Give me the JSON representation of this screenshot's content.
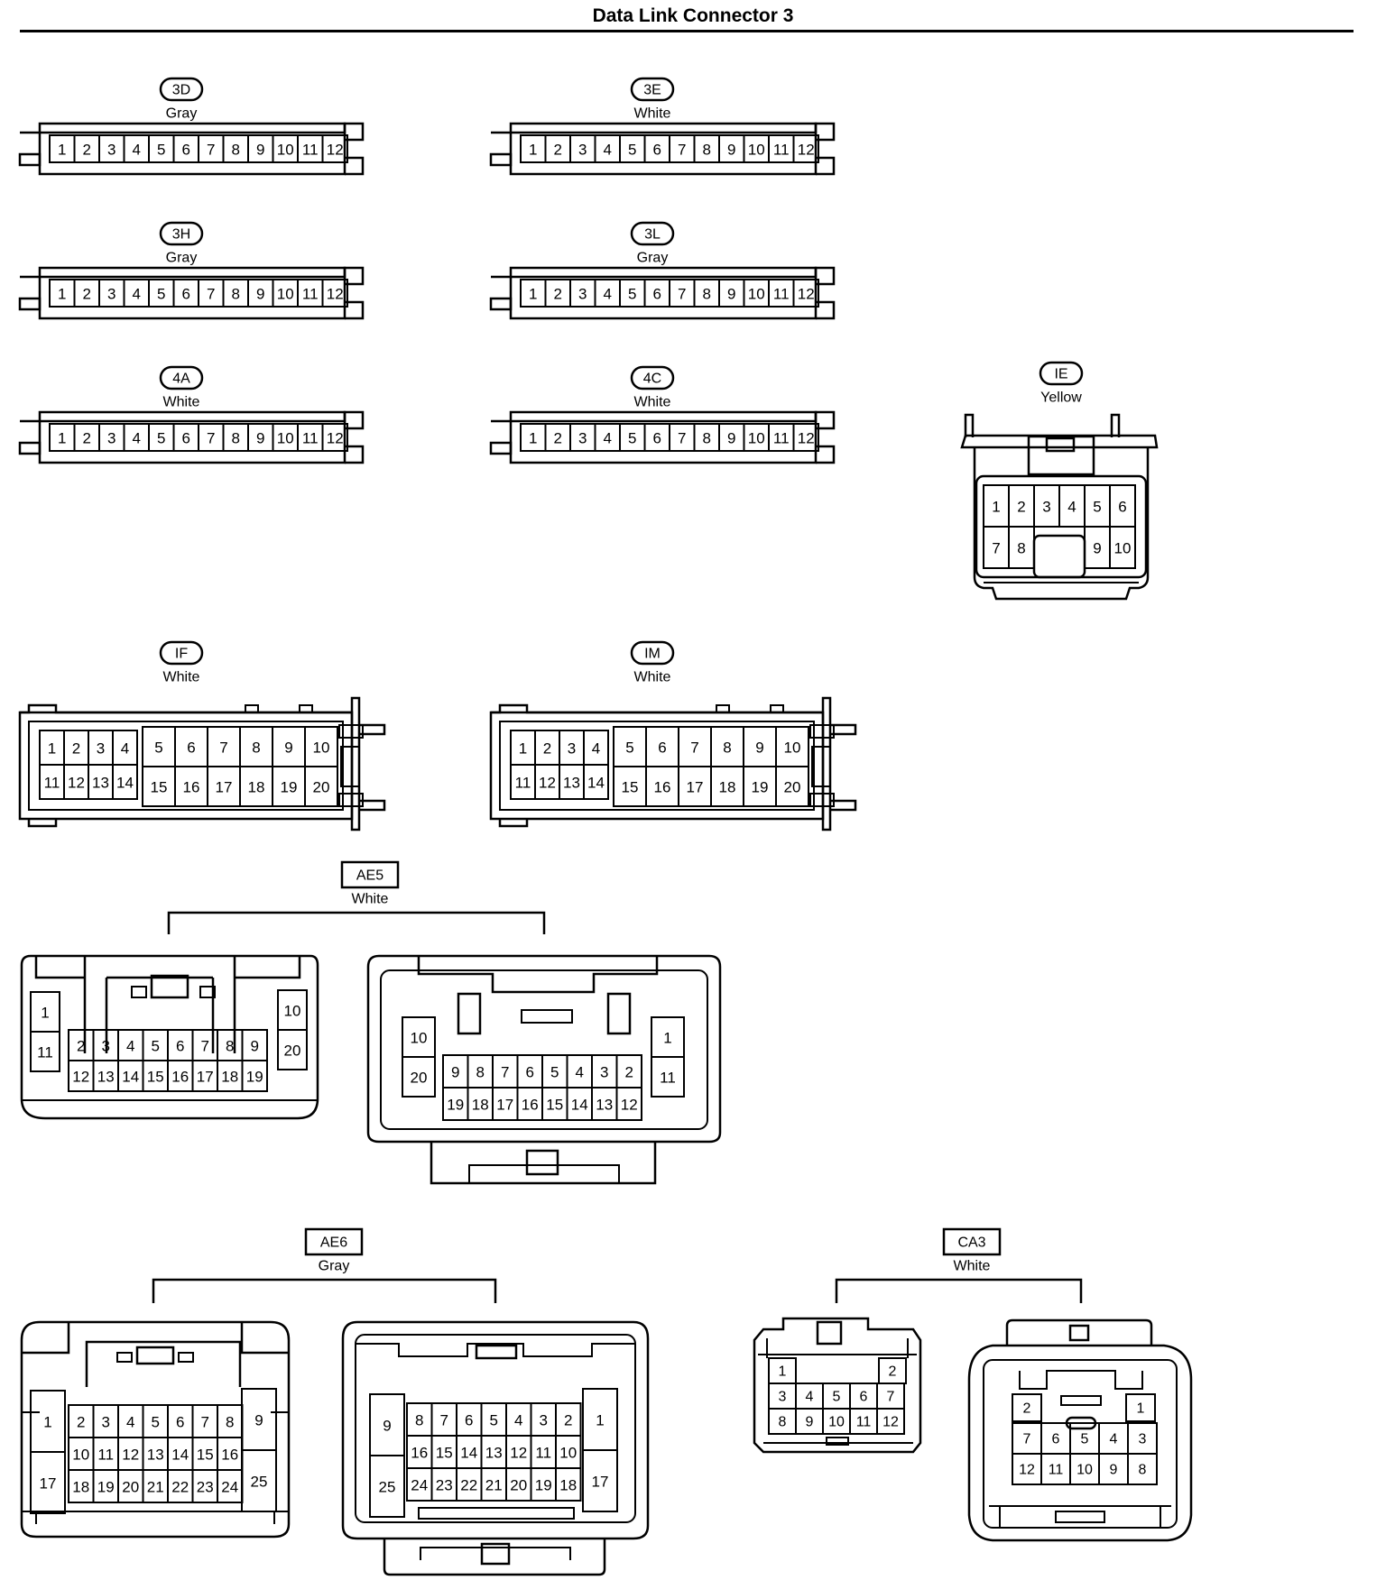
{
  "title": "Data Link Connector 3",
  "colors": {
    "line": "#000000",
    "background": "#ffffff"
  },
  "connectors": {
    "c3D": {
      "code": "3D",
      "color": "Gray"
    },
    "c3E": {
      "code": "3E",
      "color": "White"
    },
    "c3H": {
      "code": "3H",
      "color": "Gray"
    },
    "c3L": {
      "code": "3L",
      "color": "Gray"
    },
    "c4A": {
      "code": "4A",
      "color": "White"
    },
    "c4C": {
      "code": "4C",
      "color": "White"
    },
    "cIE": {
      "code": "IE",
      "color": "Yellow"
    },
    "cIF": {
      "code": "IF",
      "color": "White"
    },
    "cIM": {
      "code": "IM",
      "color": "White"
    },
    "cAE5": {
      "code": "AE5",
      "color": "White"
    },
    "cAE6": {
      "code": "AE6",
      "color": "Gray"
    },
    "cCA3": {
      "code": "CA3",
      "color": "White"
    }
  },
  "pins": {
    "strip12": [
      "1",
      "2",
      "3",
      "4",
      "5",
      "6",
      "7",
      "8",
      "9",
      "10",
      "11",
      "12"
    ],
    "ie": [
      "1",
      "2",
      "3",
      "4",
      "5",
      "6",
      "7",
      "8",
      "9",
      "10"
    ],
    "if_top_small": [
      "1",
      "2",
      "3",
      "4"
    ],
    "if_bottom_small": [
      "11",
      "12",
      "13",
      "14"
    ],
    "if_top_big": [
      "5",
      "6",
      "7",
      "8",
      "9",
      "10"
    ],
    "if_bottom_big": [
      "15",
      "16",
      "17",
      "18",
      "19",
      "20"
    ],
    "ae5_left_side_l": [
      "1",
      "11"
    ],
    "ae5_left_side_r": [
      "10",
      "20"
    ],
    "ae5_left_top": [
      "2",
      "3",
      "4",
      "5",
      "6",
      "7",
      "8",
      "9"
    ],
    "ae5_left_bottom": [
      "12",
      "13",
      "14",
      "15",
      "16",
      "17",
      "18",
      "19"
    ],
    "ae5_right_side_l": [
      "10",
      "20"
    ],
    "ae5_right_side_r": [
      "1",
      "11"
    ],
    "ae5_right_top": [
      "9",
      "8",
      "7",
      "6",
      "5",
      "4",
      "3",
      "2"
    ],
    "ae5_right_bottom": [
      "19",
      "18",
      "17",
      "16",
      "15",
      "14",
      "13",
      "12"
    ],
    "ae6_left_side_l": [
      "1",
      "17"
    ],
    "ae6_left_side_r": [
      "9",
      "25"
    ],
    "ae6_left_r1": [
      "2",
      "3",
      "4",
      "5",
      "6",
      "7",
      "8"
    ],
    "ae6_left_r2": [
      "10",
      "11",
      "12",
      "13",
      "14",
      "15",
      "16"
    ],
    "ae6_left_r3": [
      "18",
      "19",
      "20",
      "21",
      "22",
      "23",
      "24"
    ],
    "ae6_right_side_l": [
      "9",
      "25"
    ],
    "ae6_right_side_r": [
      "1",
      "17"
    ],
    "ae6_right_r1": [
      "8",
      "7",
      "6",
      "5",
      "4",
      "3",
      "2"
    ],
    "ae6_right_r2": [
      "16",
      "15",
      "14",
      "13",
      "12",
      "11",
      "10"
    ],
    "ae6_right_r3": [
      "24",
      "23",
      "22",
      "21",
      "20",
      "19",
      "18"
    ],
    "ca3_left_top": [
      "1",
      "2"
    ],
    "ca3_left_r2": [
      "3",
      "4",
      "5",
      "6",
      "7"
    ],
    "ca3_left_r3": [
      "8",
      "9",
      "10",
      "11",
      "12"
    ],
    "ca3_right_top": [
      "2",
      "1"
    ],
    "ca3_right_r2": [
      "7",
      "6",
      "5",
      "4",
      "3"
    ],
    "ca3_right_r3": [
      "12",
      "11",
      "10",
      "9",
      "8"
    ]
  }
}
